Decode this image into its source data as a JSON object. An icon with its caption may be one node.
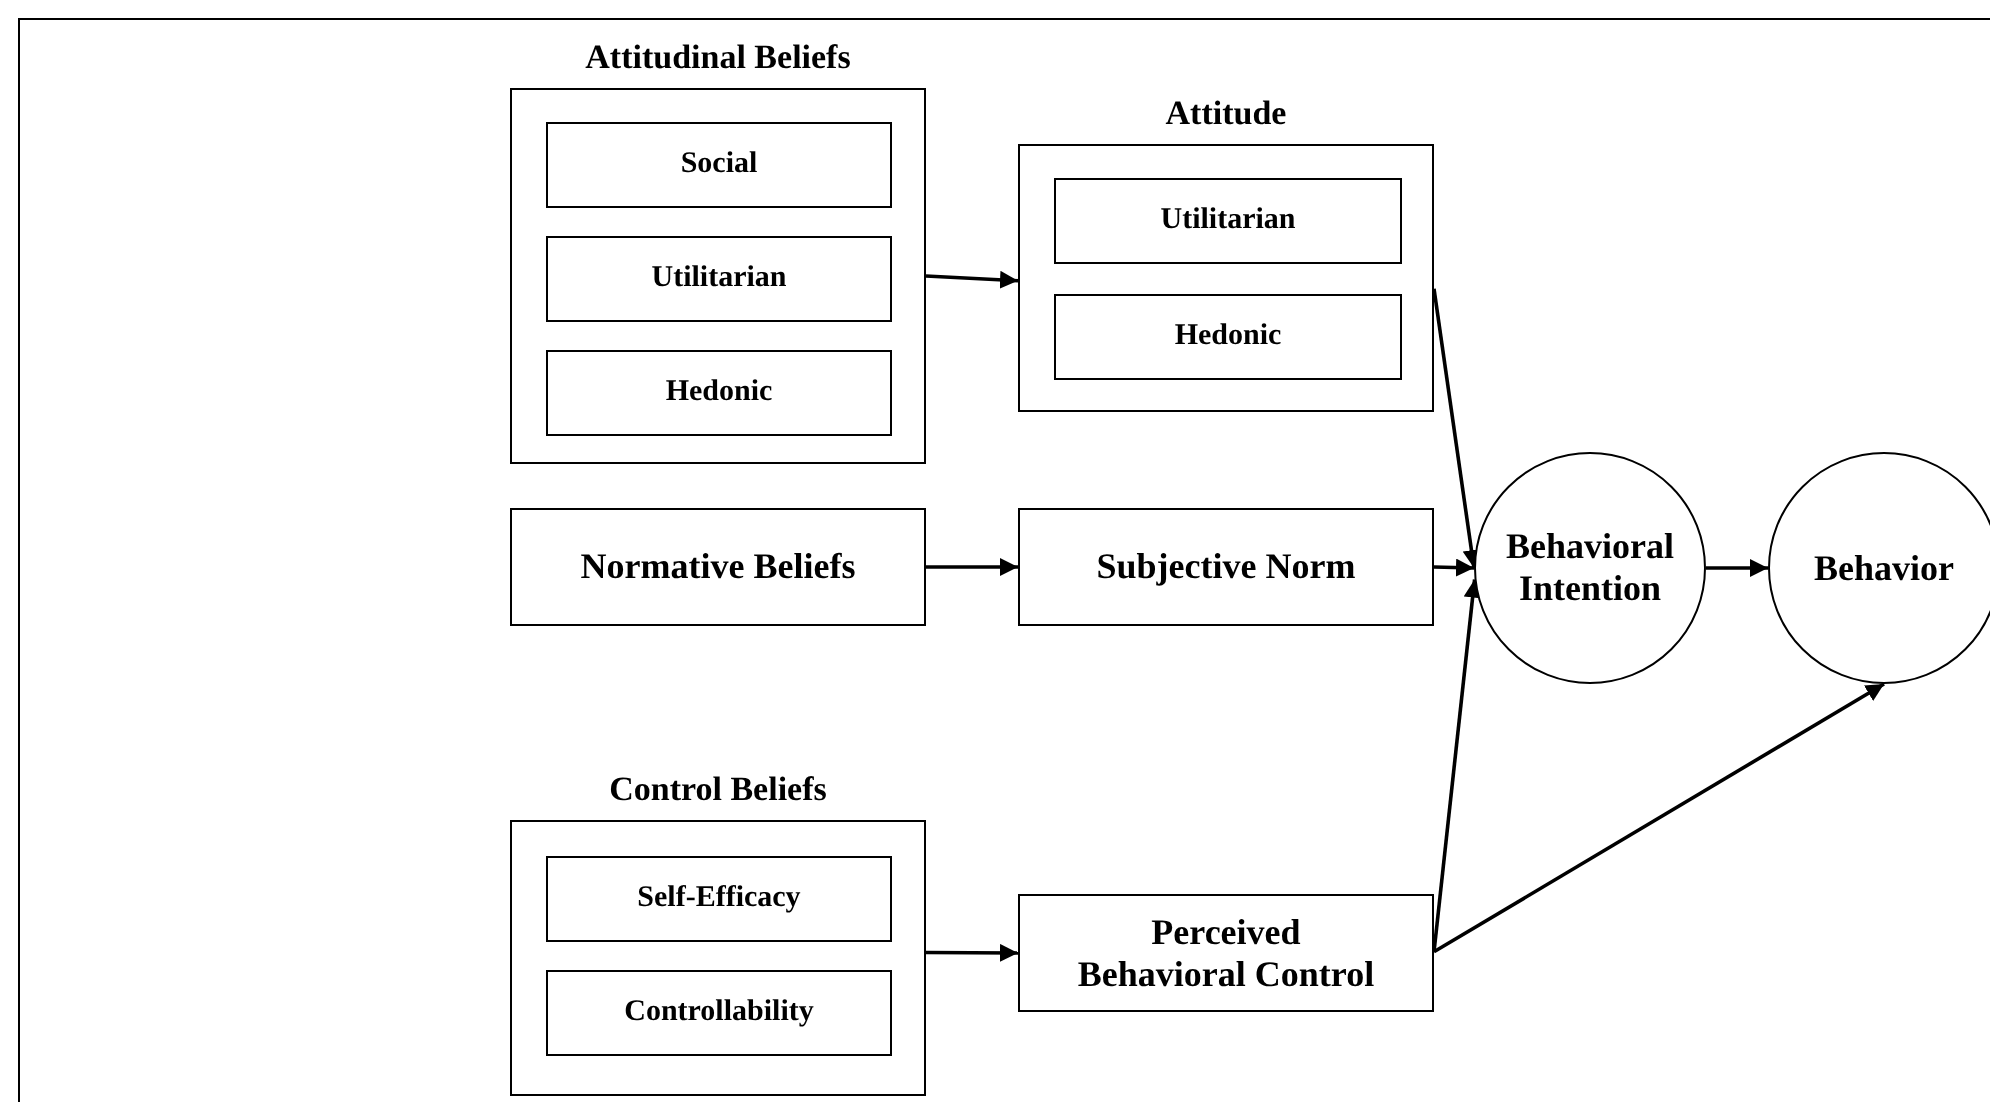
{
  "diagram": {
    "nodes": [
      {
        "text": [
          "Attitudinal Beliefs"
        ]
      },
      {
        "text": [
          "Social"
        ],
        "in": 0
      },
      {
        "text": [
          "Utilitarian"
        ],
        "in": 0
      },
      {
        "text": [
          "Hedonic"
        ],
        "in": 0
      },
      {
        "text": [
          "Attitude"
        ]
      },
      {
        "text": [
          "Utilitarian"
        ],
        "in": 4
      },
      {
        "text": [
          "Hedonic"
        ],
        "in": 4
      },
      {
        "text": [
          "Normative Beliefs"
        ]
      },
      {
        "text": [
          "Subjective Norm"
        ]
      },
      {
        "text": [
          "Behavioral Intention"
        ]
      },
      {
        "text": [
          "Behavior"
        ]
      },
      {
        "text": [
          "Control Beliefs"
        ]
      },
      {
        "text": [
          "Self-Efficacy"
        ],
        "in": 11
      },
      {
        "text": [
          "Controllability"
        ],
        "in": 11
      },
      {
        "text": [
          "Perceived Behavioral Control"
        ]
      }
    ],
    "edges": [
      {
        "from": 0,
        "to": 4,
        "arrow": "to"
      },
      {
        "from": 7,
        "to": 8,
        "arrow": "to"
      },
      {
        "from": 11,
        "to": 14,
        "arrow": "to"
      },
      {
        "from": 4,
        "to": 9,
        "arrow": "to"
      },
      {
        "from": 8,
        "to": 9,
        "arrow": "to"
      },
      {
        "from": 14,
        "to": 9,
        "arrow": "to"
      },
      {
        "from": 9,
        "to": 10,
        "arrow": "to"
      },
      {
        "from": 14,
        "to": 10,
        "arrow": "to"
      }
    ]
  }
}
